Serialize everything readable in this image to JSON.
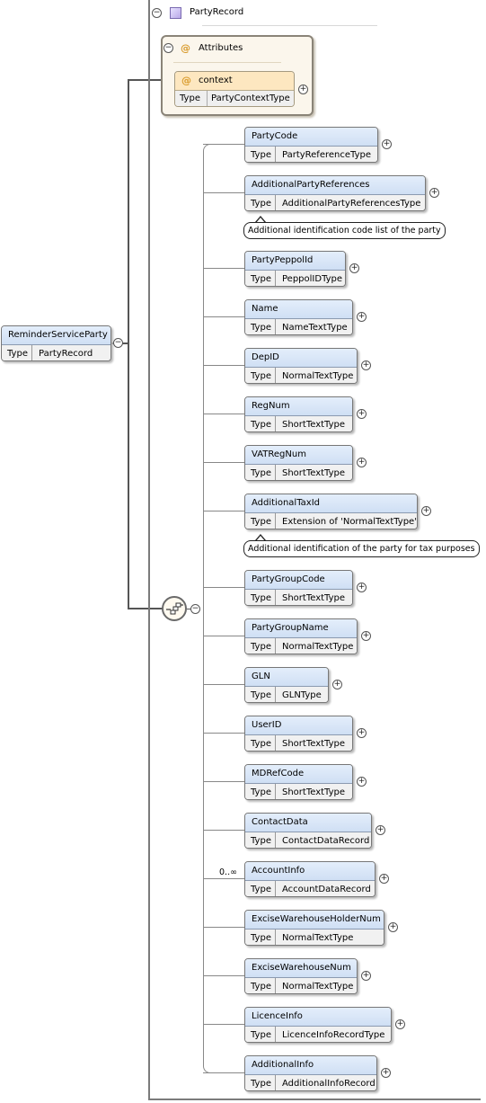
{
  "root": {
    "name": "ReminderServiceParty",
    "type_key": "Type",
    "type_value": "PartyRecord"
  },
  "complex_type": {
    "name": "PartyRecord"
  },
  "attributes": {
    "title": "Attributes",
    "items": [
      {
        "name": "context",
        "type_key": "Type",
        "type_value": "PartyContextType"
      }
    ]
  },
  "sequence": {
    "elements": [
      {
        "name": "PartyCode",
        "type_key": "Type",
        "type_value": "PartyReferenceType"
      },
      {
        "name": "AdditionalPartyReferences",
        "type_key": "Type",
        "type_value": "AdditionalPartyReferencesType",
        "note": "Additional identification code list of the party"
      },
      {
        "name": "PartyPeppolId",
        "type_key": "Type",
        "type_value": "PeppolIDType"
      },
      {
        "name": "Name",
        "type_key": "Type",
        "type_value": "NameTextType"
      },
      {
        "name": "DepID",
        "type_key": "Type",
        "type_value": "NormalTextType"
      },
      {
        "name": "RegNum",
        "type_key": "Type",
        "type_value": "ShortTextType"
      },
      {
        "name": "VATRegNum",
        "type_key": "Type",
        "type_value": "ShortTextType"
      },
      {
        "name": "AdditionalTaxId",
        "type_key": "Type",
        "type_value": "Extension of 'NormalTextType'",
        "note": "Additional identification of the party for tax purposes"
      },
      {
        "name": "PartyGroupCode",
        "type_key": "Type",
        "type_value": "ShortTextType"
      },
      {
        "name": "PartyGroupName",
        "type_key": "Type",
        "type_value": "NormalTextType"
      },
      {
        "name": "GLN",
        "type_key": "Type",
        "type_value": "GLNType"
      },
      {
        "name": "UserID",
        "type_key": "Type",
        "type_value": "ShortTextType"
      },
      {
        "name": "MDRefCode",
        "type_key": "Type",
        "type_value": "ShortTextType"
      },
      {
        "name": "ContactData",
        "type_key": "Type",
        "type_value": "ContactDataRecord"
      },
      {
        "name": "AccountInfo",
        "type_key": "Type",
        "type_value": "AccountDataRecord",
        "occurs": "0..∞"
      },
      {
        "name": "ExciseWarehouseHolderNum",
        "type_key": "Type",
        "type_value": "NormalTextType"
      },
      {
        "name": "ExciseWarehouseNum",
        "type_key": "Type",
        "type_value": "NormalTextType"
      },
      {
        "name": "LicenceInfo",
        "type_key": "Type",
        "type_value": "LicenceInfoRecordType"
      },
      {
        "name": "AdditionalInfo",
        "type_key": "Type",
        "type_value": "AdditionalInfoRecord"
      }
    ]
  },
  "symbols": {
    "collapse": "−",
    "expand": "+",
    "attribute_marker": "@"
  },
  "icons": {
    "complex_type": "complex-type-icon",
    "sequence": "sequence-compositor-icon"
  }
}
